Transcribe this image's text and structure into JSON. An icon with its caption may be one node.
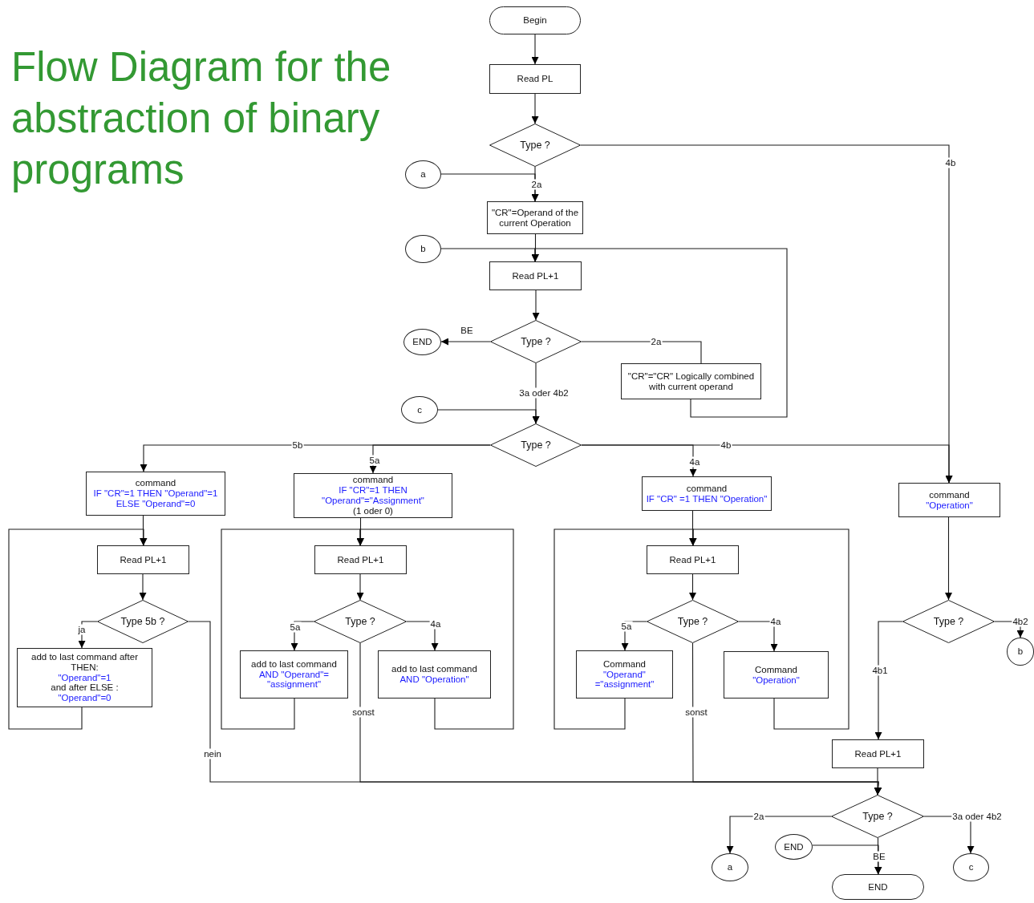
{
  "diagram": {
    "title": "Flow Diagram for the abstraction of binary programs",
    "nodes": [
      {
        "text": [
          "Begin"
        ]
      },
      {
        "text": [
          "Read PL"
        ]
      },
      {
        "text": [
          "Type ?"
        ]
      },
      {
        "text": [
          "a"
        ]
      },
      {
        "text": [
          "\"CR\"=Operand of the current Operation"
        ]
      },
      {
        "text": [
          "b"
        ]
      },
      {
        "text": [
          "Read PL+1"
        ]
      },
      {
        "text": [
          "Type ?"
        ]
      },
      {
        "text": [
          "END"
        ]
      },
      {
        "text": [
          "\"CR\"=\"CR\" Logically combined with current operand"
        ]
      },
      {
        "text": [
          "c"
        ]
      },
      {
        "text": [
          "Type ?"
        ]
      },
      {
        "text": [
          "command",
          "IF \"CR\"=1 THEN \"Operand\"=1 ELSE \"Operand\"=0"
        ]
      },
      {
        "text": [
          "command",
          "IF \"CR\"=1 THEN \"Operand\"=\"Assignment\"",
          "(1 oder 0)"
        ]
      },
      {
        "text": [
          "command",
          "IF \"CR\" =1 THEN \"Operation\""
        ]
      },
      {
        "text": [
          "command",
          "\"Operation\""
        ]
      },
      {
        "text": [
          "Read PL+1"
        ]
      },
      {
        "text": [
          "Type 5b ?"
        ]
      },
      {
        "text": [
          "add to last command after THEN:",
          "\"Operand\"=1",
          "and after ELSE :",
          "\"Operand\"=0"
        ]
      },
      {
        "text": [
          "Read PL+1"
        ]
      },
      {
        "text": [
          "Type ?"
        ]
      },
      {
        "text": [
          "add to last command",
          "AND \"Operand\"= \"assignment\""
        ]
      },
      {
        "text": [
          "add to last command",
          "AND \"Operation\""
        ]
      },
      {
        "text": [
          "Read PL+1"
        ]
      },
      {
        "text": [
          "Type ?"
        ]
      },
      {
        "text": [
          "Command",
          "\"Operand\" =\"assignment\""
        ]
      },
      {
        "text": [
          "Command",
          "\"Operation\""
        ]
      },
      {
        "text": [
          "Type ?"
        ]
      },
      {
        "text": [
          "b"
        ]
      },
      {
        "text": [
          "Read PL+1"
        ]
      },
      {
        "text": [
          "Type ?"
        ]
      },
      {
        "text": [
          "a"
        ]
      },
      {
        "text": [
          "END"
        ]
      },
      {
        "text": [
          "c"
        ]
      },
      {
        "text": [
          "END"
        ]
      }
    ],
    "edges": [
      {
        "from": 0,
        "to": 1,
        "arrow": "to"
      },
      {
        "from": 1,
        "to": 2,
        "arrow": "to"
      },
      {
        "from": 2,
        "to": 4,
        "arrow": "to",
        "label": "2a"
      },
      {
        "from": 3,
        "to": 4,
        "arrow": "to"
      },
      {
        "from": 2,
        "to": 15,
        "arrow": "to",
        "label": "4b"
      },
      {
        "from": 4,
        "to": 6,
        "arrow": "to"
      },
      {
        "from": 5,
        "to": 6,
        "arrow": "to"
      },
      {
        "from": 9,
        "to": 6,
        "arrow": "to"
      },
      {
        "from": 6,
        "to": 7,
        "arrow": "to"
      },
      {
        "from": 7,
        "to": 8,
        "arrow": "to",
        "label": "BE"
      },
      {
        "from": 7,
        "to": 9,
        "arrow": "none",
        "label": "2a"
      },
      {
        "from": 7,
        "to": 11,
        "arrow": "to",
        "label": "3a oder 4b2"
      },
      {
        "from": 10,
        "to": 11,
        "arrow": "to"
      },
      {
        "from": 11,
        "to": 12,
        "arrow": "to",
        "label": "5b"
      },
      {
        "from": 11,
        "to": 13,
        "arrow": "to",
        "label": "5a"
      },
      {
        "from": 11,
        "to": 14,
        "arrow": "to",
        "label": "4a"
      },
      {
        "from": 11,
        "to": 15,
        "arrow": "to",
        "label": "4b"
      },
      {
        "from": 12,
        "to": 16,
        "arrow": "to"
      },
      {
        "from": 16,
        "to": 17,
        "arrow": "to"
      },
      {
        "from": 17,
        "to": 18,
        "arrow": "to",
        "label": "ja"
      },
      {
        "from": 18,
        "to": 16,
        "arrow": "to"
      },
      {
        "from": 17,
        "to": 30,
        "arrow": "to",
        "label": "nein"
      },
      {
        "from": 13,
        "to": 19,
        "arrow": "to"
      },
      {
        "from": 19,
        "to": 20,
        "arrow": "to"
      },
      {
        "from": 20,
        "to": 21,
        "arrow": "to",
        "label": "5a"
      },
      {
        "from": 20,
        "to": 22,
        "arrow": "to",
        "label": "4a"
      },
      {
        "from": 21,
        "to": 19,
        "arrow": "to"
      },
      {
        "from": 22,
        "to": 19,
        "arrow": "to"
      },
      {
        "from": 20,
        "to": 30,
        "arrow": "to",
        "label": "sonst"
      },
      {
        "from": 14,
        "to": 23,
        "arrow": "to"
      },
      {
        "from": 23,
        "to": 24,
        "arrow": "to"
      },
      {
        "from": 24,
        "to": 25,
        "arrow": "to",
        "label": "5a"
      },
      {
        "from": 24,
        "to": 26,
        "arrow": "to",
        "label": "4a"
      },
      {
        "from": 25,
        "to": 23,
        "arrow": "to"
      },
      {
        "from": 26,
        "to": 23,
        "arrow": "to"
      },
      {
        "from": 24,
        "to": 30,
        "arrow": "to",
        "label": "sonst"
      },
      {
        "from": 15,
        "to": 27,
        "arrow": "to"
      },
      {
        "from": 27,
        "to": 29,
        "arrow": "to",
        "label": "4b1"
      },
      {
        "from": 27,
        "to": 28,
        "arrow": "to",
        "label": "4b2"
      },
      {
        "from": 29,
        "to": 30,
        "arrow": "to"
      },
      {
        "from": 30,
        "to": 31,
        "arrow": "to",
        "label": "2a"
      },
      {
        "from": 30,
        "to": 33,
        "arrow": "to",
        "label": "3a oder 4b2"
      },
      {
        "from": 30,
        "to": 34,
        "arrow": "to",
        "label": "BE"
      },
      {
        "from": 32,
        "to": 34,
        "arrow": "to"
      }
    ]
  }
}
